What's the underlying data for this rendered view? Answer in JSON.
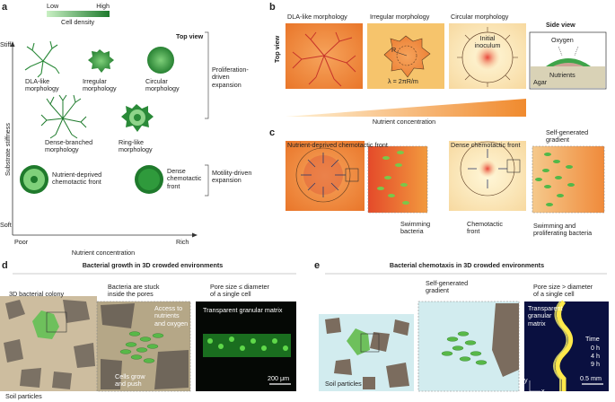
{
  "panels": {
    "a": "a",
    "b": "b",
    "c": "c",
    "d": "d",
    "e": "e"
  },
  "a": {
    "legend_low": "Low",
    "legend_high": "High",
    "legend_title": "Cell density",
    "top_view": "Top view",
    "dla": "DLA-like\nmorphology",
    "irregular": "Irregular\nmorphology",
    "circular": "Circular\nmorphology",
    "prolif": "Proliferation-\ndriven\nexpansion",
    "dense_branched": "Dense-branched\nmorphology",
    "ring": "Ring-like\nmorphology",
    "nutrient_front": "Nutrient-deprived\nchemotactic front",
    "dense_front": "Dense\nchemotactic\nfront",
    "motility": "Motility-driven\nexpansion",
    "y_axis": "Substrate stiffness",
    "stiff": "Stiff",
    "soft": "Soft",
    "poor": "Poor",
    "rich": "Rich",
    "x_axis": "Nutrient concentration"
  },
  "b": {
    "top_view": "Top view",
    "dla": "DLA-like morphology",
    "irregular": "Irregular morphology",
    "circular": "Circular morphology",
    "r": "R",
    "lambda": "λ = 2πR/m",
    "initial": "Initial\ninoculum",
    "side_view": "Side view",
    "oxygen": "Oxygen",
    "nutrients": "Nutrients",
    "agar": "Agar",
    "gradient_label": "Nutrient concentration"
  },
  "c": {
    "nutrient_front": "Nutrient-deprived chemotactic front",
    "swimming": "Swimming\nbacteria",
    "dense_front": "Dense chemotactic front",
    "chem_front": "Chemotactic\nfront",
    "self_gen": "Self-generated\ngradient",
    "swim_prolif": "Swimming and\nproliferating bacteria"
  },
  "d": {
    "title": "Bacterial growth in 3D crowded environments",
    "colony": "3D bacterial colony",
    "stuck": "Bacteria are stuck\ninside the pores",
    "access": "Access to\nnutrients\nand oxygen",
    "grow": "Cells grow\nand push",
    "soil": "Soil particles",
    "pore": "Pore size ≤ diameter\nof a single cell",
    "matrix": "Transparent granular matrix",
    "scale": "200 μm"
  },
  "e": {
    "title": "Bacterial chemotaxis in 3D crowded environments",
    "self_gen": "Self-generated\ngradient",
    "soil": "Soil particles",
    "pore": "Pore size > diameter\nof a single cell",
    "matrix": "Transparent\ngranular\nmatrix",
    "time": "Time",
    "t0": "0 h",
    "t4": "4 h",
    "t9": "9 h",
    "scale": "0.5 mm",
    "axis_y": "y",
    "axis_x": "x"
  },
  "colors": {
    "green_dark": "#1e7b2c",
    "green_light": "#8fd48a",
    "orange": "#f08a3a",
    "cream": "#fbe9b8",
    "tan": "#cdbd9f"
  }
}
